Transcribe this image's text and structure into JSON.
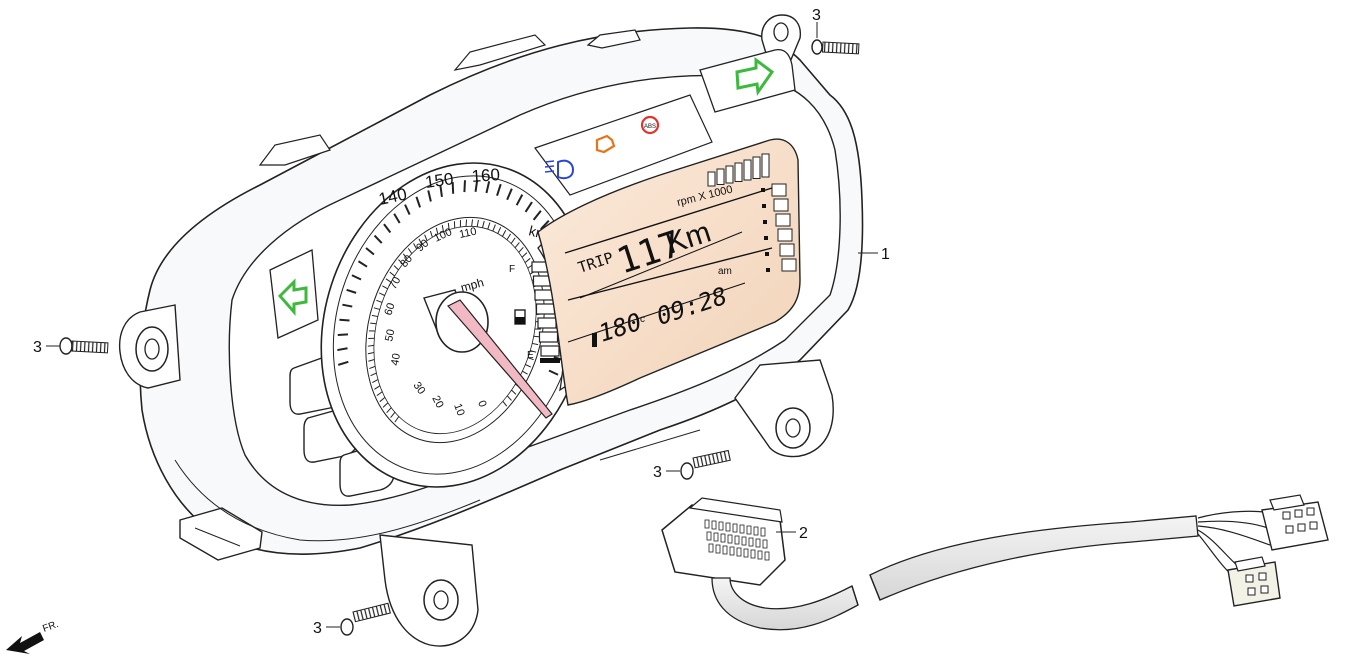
{
  "callouts": {
    "meter_assembly": "1",
    "wire_harness": "2",
    "screw_top_right": "3",
    "screw_left": "3",
    "screw_center": "3",
    "screw_bottom": "3"
  },
  "direction": {
    "label": "FR."
  },
  "speedometer": {
    "unit_kmh": "km/h",
    "unit_mph": "mph",
    "kmh_ticks": [
      "140",
      "150",
      "160"
    ],
    "mph_ticks": [
      "0",
      "10",
      "20",
      "30",
      "40",
      "50",
      "60",
      "70",
      "80",
      "90",
      "100",
      "110"
    ]
  },
  "fuel_gauge": {
    "full_label": "F",
    "empty_label": "E"
  },
  "lcd": {
    "rpm_label": "rpm X 1000",
    "trip_label": "TRIP",
    "trip_value": "117",
    "trip_unit": "Km",
    "temp_value": "180",
    "temp_unit": "c",
    "clock_value": "09:28",
    "clock_suffix": "am"
  },
  "indicators": {
    "abs_label": "ABS"
  },
  "colors": {
    "turn_signal": "#3dba3d",
    "lcd_background": "#f6dcc5",
    "check_engine": "#e8741a",
    "abs_warning": "#e0352b",
    "high_beam": "#2a45d8",
    "needle": "#f2b9c4"
  }
}
